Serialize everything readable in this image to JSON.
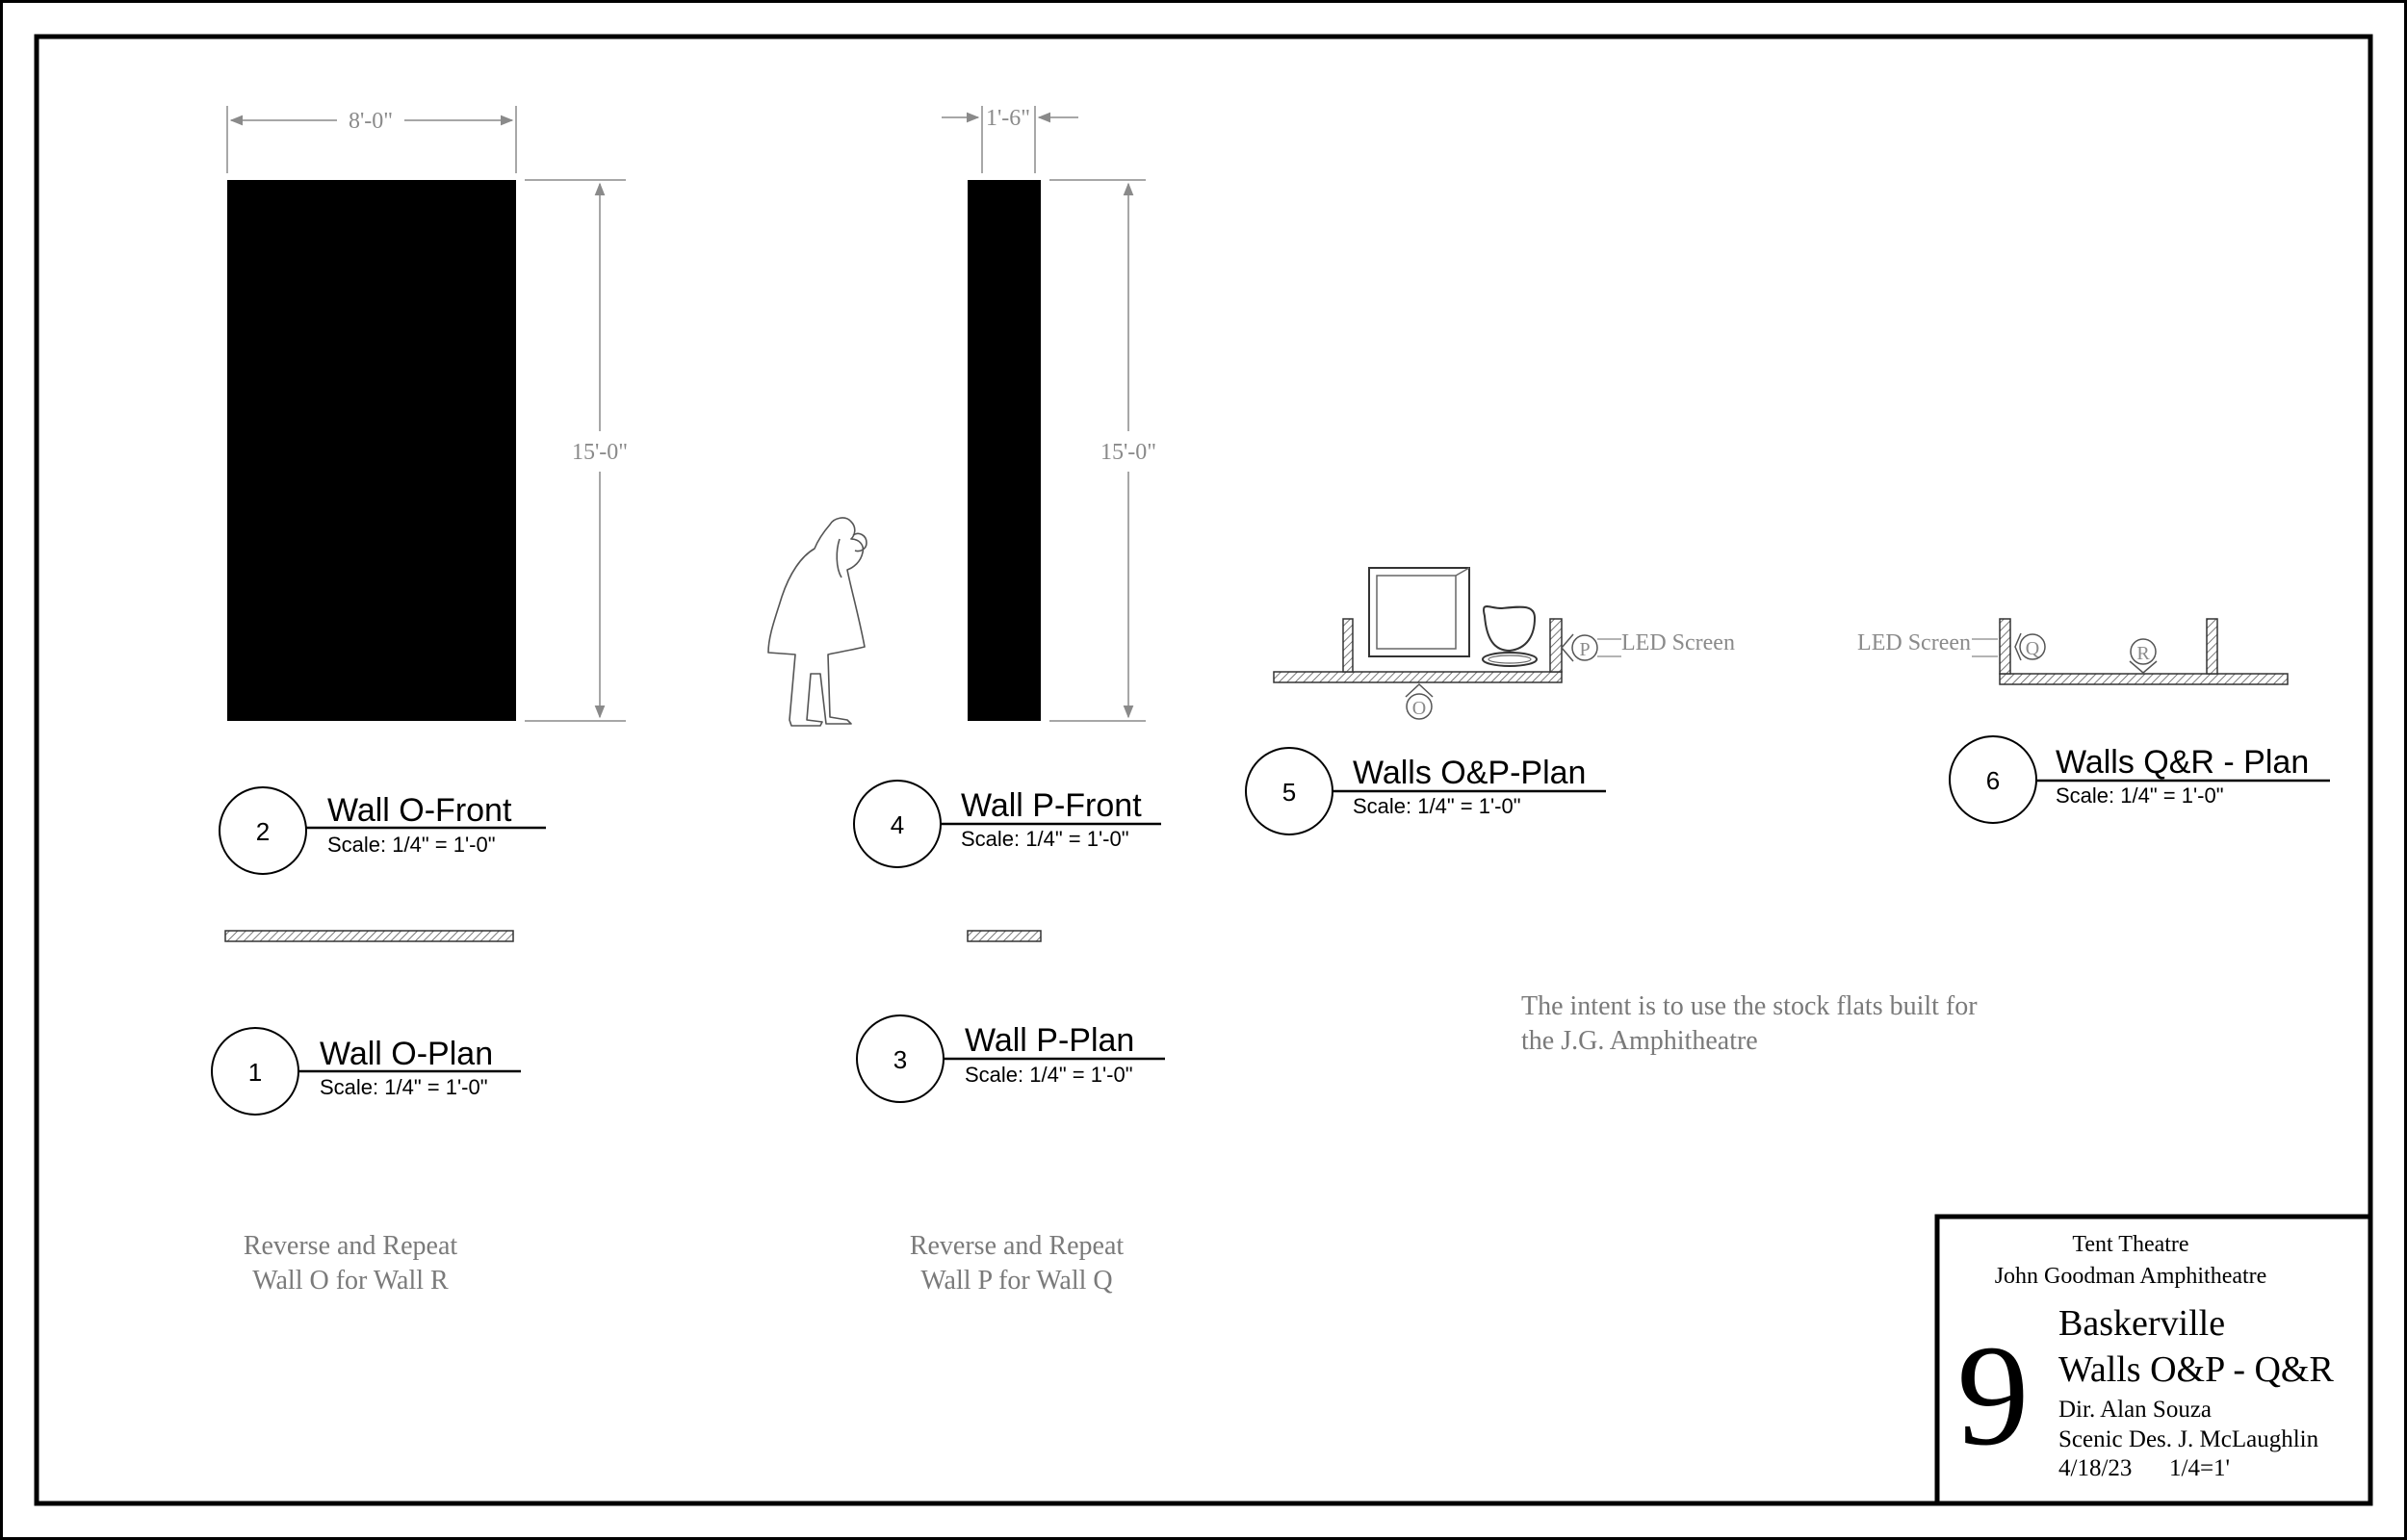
{
  "dimensions": {
    "wall_o_width": "8'-0\"",
    "wall_o_height": "15'-0\"",
    "wall_p_width": "1'-6\"",
    "wall_p_height": "15'-0\""
  },
  "callouts": [
    {
      "number": "1",
      "title": "Wall O-Plan",
      "scale": "Scale: 1/4\" = 1'-0\""
    },
    {
      "number": "2",
      "title": "Wall O-Front",
      "scale": "Scale: 1/4\" = 1'-0\""
    },
    {
      "number": "3",
      "title": "Wall P-Plan",
      "scale": "Scale: 1/4\" = 1'-0\""
    },
    {
      "number": "4",
      "title": "Wall P-Front",
      "scale": "Scale: 1/4\" = 1'-0\""
    },
    {
      "number": "5",
      "title": "Walls O&P-Plan",
      "scale": "Scale: 1/4\" = 1'-0\""
    },
    {
      "number": "6",
      "title": "Walls Q&R - Plan",
      "scale": "Scale: 1/4\" = 1'-0\""
    }
  ],
  "plan_markers": {
    "o": "O",
    "p": "P",
    "q": "Q",
    "r": "R",
    "led_left": "LED Screen",
    "led_right": "LED Screen"
  },
  "notes": {
    "intent_line1": "The intent is to use the stock flats built for",
    "intent_line2": "the J.G. Amphitheatre",
    "reverse_o_line1": "Reverse and Repeat",
    "reverse_o_line2": "Wall O for Wall R",
    "reverse_p_line1": "Reverse and Repeat",
    "reverse_p_line2": "Wall P for Wall Q"
  },
  "title_block": {
    "company": "Tent Theatre",
    "venue": "John Goodman Amphitheatre",
    "sheet_number": "9",
    "show": "Baskerville",
    "drawing": "Walls O&P - Q&R",
    "director": "Dir. Alan Souza",
    "designer": "Scenic Des. J. McLaughlin",
    "date": "4/18/23",
    "scale": "1/4=1'"
  },
  "colors": {
    "ink": "#000000",
    "dimension": "#8a8a8a",
    "note": "#7a7a7a"
  }
}
